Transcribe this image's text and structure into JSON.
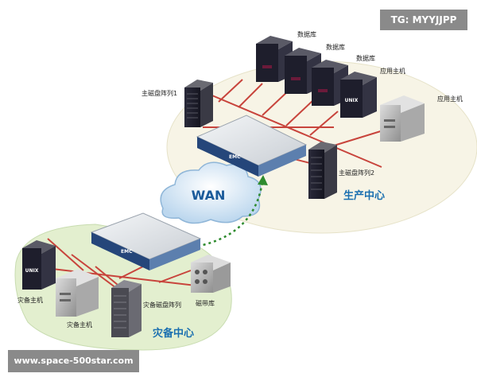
{
  "watermark": {
    "top_right": "TG: MYYJJPP",
    "bottom_left": "www.space-500star.com"
  },
  "production": {
    "center_label": "生产中心",
    "primary_array": "主磁盘阵列1",
    "secondary_array": "主磁盘阵列2",
    "db_labels": [
      "数据库",
      "数据库",
      "数据库"
    ],
    "app_host_a": "应用主机",
    "app_host_b": "应用主机"
  },
  "backup": {
    "center_label": "灾备中心",
    "host_a": "灾备主机",
    "host_b": "灾备主机",
    "array": "灾备磁盘阵列",
    "tape": "磁带库"
  },
  "network": {
    "wan": "WAN"
  },
  "device": {
    "unix": "UNIX",
    "brand": "EMC"
  },
  "colors": {
    "link": "#c8443c",
    "replication": "#2e8b2e",
    "wan_text": "#1a5a9a",
    "center_text": "#1a6fb0",
    "zone_prod": "#f7f4e6",
    "zone_backup": "#e3efcf"
  }
}
